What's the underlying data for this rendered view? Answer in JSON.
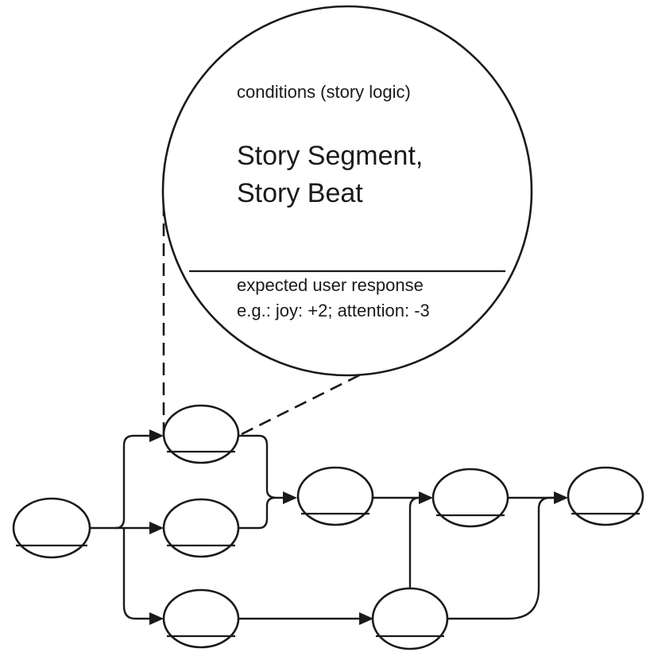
{
  "zoom_node": {
    "conditions_label": "conditions (story logic)",
    "title_line1": "Story Segment,",
    "title_line2": "Story Beat",
    "response_label": "expected user response",
    "response_example": "e.g.: joy: +2; attention: -3"
  },
  "graph": {
    "node_count": 9,
    "edge_count": 10
  },
  "colors": {
    "stroke": "#1a1a1a",
    "background": "#ffffff"
  }
}
